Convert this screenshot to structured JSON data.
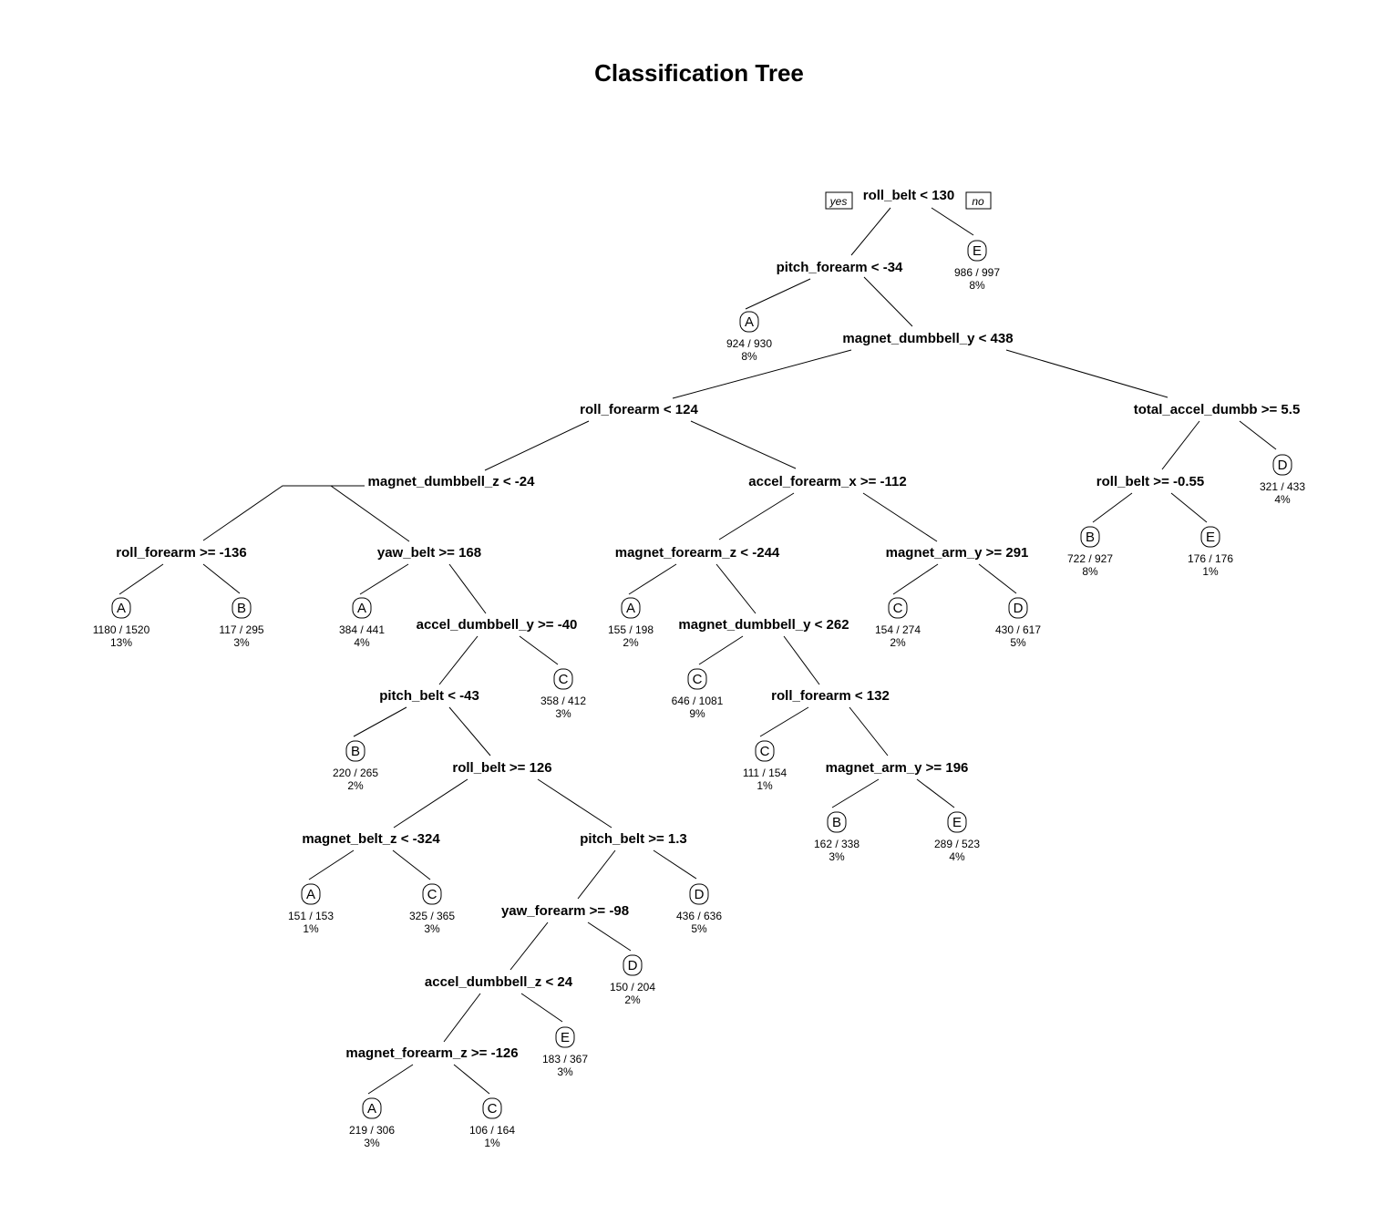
{
  "title": "Classification Tree",
  "legend": {
    "yes": "yes",
    "no": "no"
  },
  "splits": [
    {
      "id": "s1",
      "label": "roll_belt < 130"
    },
    {
      "id": "s2",
      "label": "pitch_forearm < -34"
    },
    {
      "id": "s3",
      "label": "magnet_dumbbell_y < 438"
    },
    {
      "id": "s4",
      "label": "roll_forearm < 124"
    },
    {
      "id": "s5",
      "label": "total_accel_dumbb >= 5.5"
    },
    {
      "id": "s6",
      "label": "magnet_dumbbell_z < -24"
    },
    {
      "id": "s7",
      "label": "accel_forearm_x >= -112"
    },
    {
      "id": "s8",
      "label": "roll_belt >= -0.55"
    },
    {
      "id": "s9",
      "label": "roll_forearm >= -136"
    },
    {
      "id": "s10",
      "label": "yaw_belt >= 168"
    },
    {
      "id": "s11",
      "label": "magnet_forearm_z < -244"
    },
    {
      "id": "s12",
      "label": "magnet_arm_y >= 291"
    },
    {
      "id": "s13",
      "label": "accel_dumbbell_y >= -40"
    },
    {
      "id": "s14",
      "label": "magnet_dumbbell_y < 262"
    },
    {
      "id": "s15",
      "label": "pitch_belt < -43"
    },
    {
      "id": "s16",
      "label": "roll_forearm < 132"
    },
    {
      "id": "s17",
      "label": "roll_belt >= 126"
    },
    {
      "id": "s18",
      "label": "magnet_arm_y >= 196"
    },
    {
      "id": "s19",
      "label": "magnet_belt_z < -324"
    },
    {
      "id": "s20",
      "label": "pitch_belt >= 1.3"
    },
    {
      "id": "s21",
      "label": "yaw_forearm >= -98"
    },
    {
      "id": "s22",
      "label": "accel_dumbbell_z < 24"
    },
    {
      "id": "s23",
      "label": "magnet_forearm_z >= -126"
    }
  ],
  "leaves": [
    {
      "id": "l1",
      "class": "E",
      "count": "986 / 997",
      "pct": "8%"
    },
    {
      "id": "l2",
      "class": "A",
      "count": "924 / 930",
      "pct": "8%"
    },
    {
      "id": "l3",
      "class": "D",
      "count": "321 / 433",
      "pct": "4%"
    },
    {
      "id": "l4",
      "class": "B",
      "count": "722 / 927",
      "pct": "8%"
    },
    {
      "id": "l5",
      "class": "E",
      "count": "176 / 176",
      "pct": "1%"
    },
    {
      "id": "l6",
      "class": "A",
      "count": "1180 / 1520",
      "pct": "13%"
    },
    {
      "id": "l7",
      "class": "B",
      "count": "117 / 295",
      "pct": "3%"
    },
    {
      "id": "l8",
      "class": "A",
      "count": "384 / 441",
      "pct": "4%"
    },
    {
      "id": "l9",
      "class": "A",
      "count": "155 / 198",
      "pct": "2%"
    },
    {
      "id": "l10",
      "class": "C",
      "count": "154 / 274",
      "pct": "2%"
    },
    {
      "id": "l11",
      "class": "D",
      "count": "430 / 617",
      "pct": "5%"
    },
    {
      "id": "l12",
      "class": "C",
      "count": "358 / 412",
      "pct": "3%"
    },
    {
      "id": "l13",
      "class": "C",
      "count": "646 / 1081",
      "pct": "9%"
    },
    {
      "id": "l14",
      "class": "B",
      "count": "220 / 265",
      "pct": "2%"
    },
    {
      "id": "l15",
      "class": "C",
      "count": "111 / 154",
      "pct": "1%"
    },
    {
      "id": "l16",
      "class": "B",
      "count": "162 / 338",
      "pct": "3%"
    },
    {
      "id": "l17",
      "class": "E",
      "count": "289 / 523",
      "pct": "4%"
    },
    {
      "id": "l18",
      "class": "A",
      "count": "151 / 153",
      "pct": "1%"
    },
    {
      "id": "l19",
      "class": "C",
      "count": "325 / 365",
      "pct": "3%"
    },
    {
      "id": "l20",
      "class": "D",
      "count": "436 / 636",
      "pct": "5%"
    },
    {
      "id": "l21",
      "class": "D",
      "count": "150 / 204",
      "pct": "2%"
    },
    {
      "id": "l22",
      "class": "E",
      "count": "183 / 367",
      "pct": "3%"
    },
    {
      "id": "l23",
      "class": "A",
      "count": "219 / 306",
      "pct": "3%"
    },
    {
      "id": "l24",
      "class": "C",
      "count": "106 / 164",
      "pct": "1%"
    }
  ]
}
